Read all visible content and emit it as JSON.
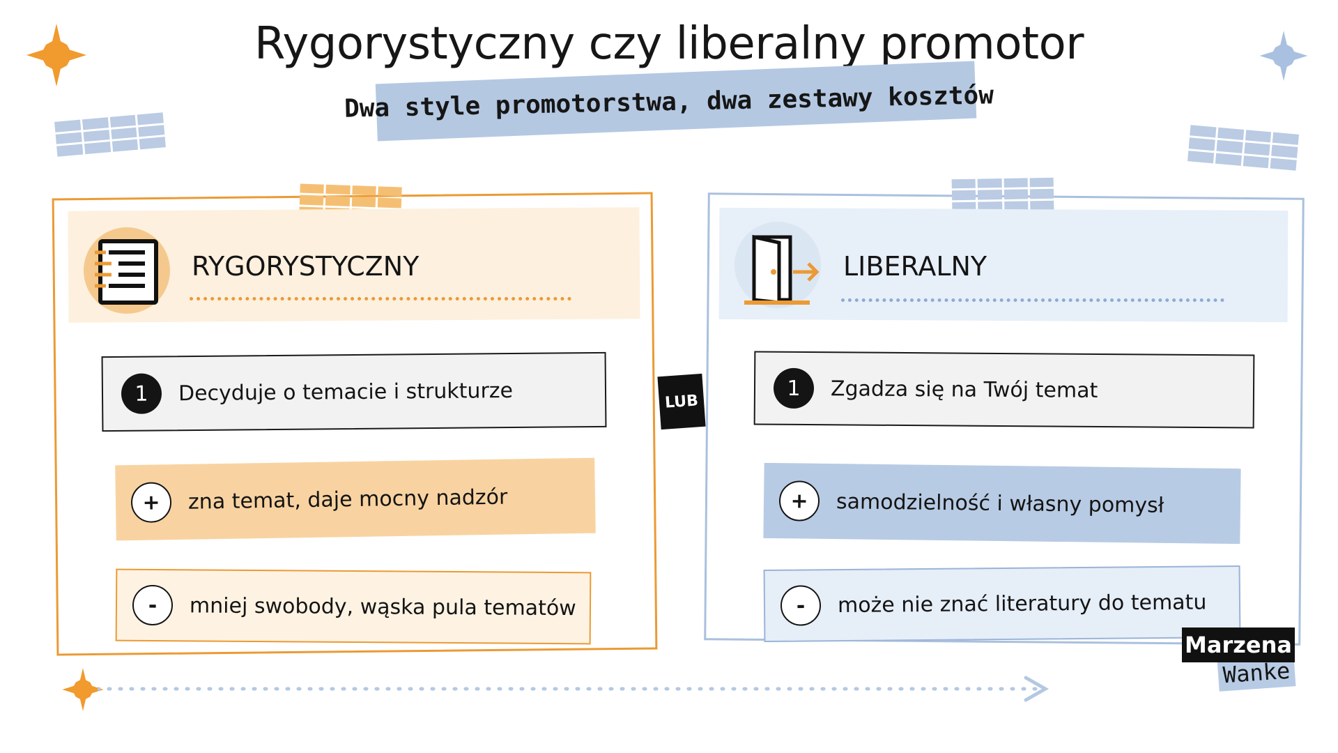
{
  "title": "Rygorystyczny czy liberalny promotor",
  "subtitle": "Dwa style promotorstwa, dwa zestawy kosztów",
  "colors": {
    "orange": "#eb9a34",
    "orange_light": "#fdf0de",
    "orange_fill": "#f8d3a1",
    "blue": "#aac0dd",
    "blue_light": "#e7eff9",
    "blue_fill": "#b8cbe4",
    "dark": "#141414"
  },
  "left": {
    "heading": "RYGORYSTYCZNY",
    "icon": "document-list-icon",
    "item_number": "1",
    "item_text": "Decyduje o temacie i strukturze",
    "plus_sign": "+",
    "plus_text": "zna temat, daje mocny nadzór",
    "minus_sign": "-",
    "minus_text": "mniej swobody, wąska pula tematów"
  },
  "separator": "LUB",
  "right": {
    "heading": "LIBERALNY",
    "icon": "open-door-exit-icon",
    "item_number": "1",
    "item_text": "Zgadza się na Twój temat",
    "plus_sign": "+",
    "plus_text": "samodzielność i własny pomysł",
    "minus_sign": "-",
    "minus_text": "może nie znać literatury do tematu"
  },
  "brand": {
    "line1": "Marzena",
    "line2": "Wanke"
  }
}
